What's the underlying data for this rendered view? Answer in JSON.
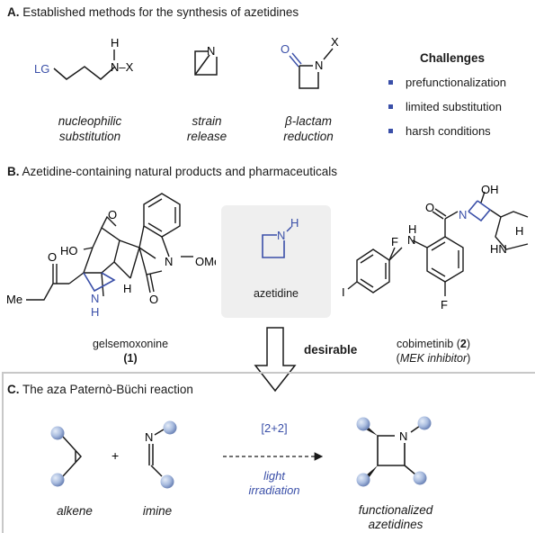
{
  "sectionA": {
    "label": "A.",
    "title": "Established methods for the synthesis of azetidines",
    "methods": [
      {
        "line1": "nucleophilic",
        "line2": "substitution"
      },
      {
        "line1": "strain",
        "line2": "release"
      },
      {
        "line1": "β-lactam",
        "line2": "reduction"
      }
    ],
    "challenges": {
      "title": "Challenges",
      "items": [
        "prefunctionalization",
        "limited substitution",
        "harsh conditions"
      ]
    },
    "atoms": {
      "lg": "LG",
      "h": "H",
      "nx": "N–X",
      "n": "N",
      "o": "O",
      "x": "X"
    }
  },
  "sectionB": {
    "label": "B.",
    "title": "Azetidine-containing natural products and pharmaceuticals",
    "gelsemoxonine": {
      "name": "gelsemoxonine",
      "number": "(1)",
      "atoms": {
        "ho": "HO",
        "o": "O",
        "n": "N",
        "ome": "OMe",
        "me": "Me",
        "h": "H",
        "nh": "N",
        "hsub": "H"
      }
    },
    "azetidine": {
      "name": "azetidine",
      "n": "N",
      "h": "H"
    },
    "cobimetinib": {
      "name": "cobimetinib",
      "number": "2",
      "paren_open": "(",
      "paren_close": ")",
      "note": "MEK inhibitor",
      "atoms": {
        "oh": "OH",
        "o": "O",
        "n": "N",
        "h": "H",
        "hn": "HN",
        "f1": "F",
        "nh": "N",
        "nhh": "H",
        "i": "I",
        "f2": "F"
      }
    },
    "arrow_label": "desirable"
  },
  "sectionC": {
    "label": "C.",
    "title": "The aza Paternò-Büchi reaction",
    "plus": "+",
    "alkene": "alkene",
    "imine": "imine",
    "imine_n": "N",
    "arrow_top": "[2+2]",
    "arrow_bottom_1": "light",
    "arrow_bottom_2": "irradiation",
    "product_n": "N",
    "product_1": "functionalized",
    "product_2": "azetidines"
  },
  "colors": {
    "accent": "#3a4fa8",
    "sphere": "#9fb3d8",
    "box": "#efefef"
  }
}
